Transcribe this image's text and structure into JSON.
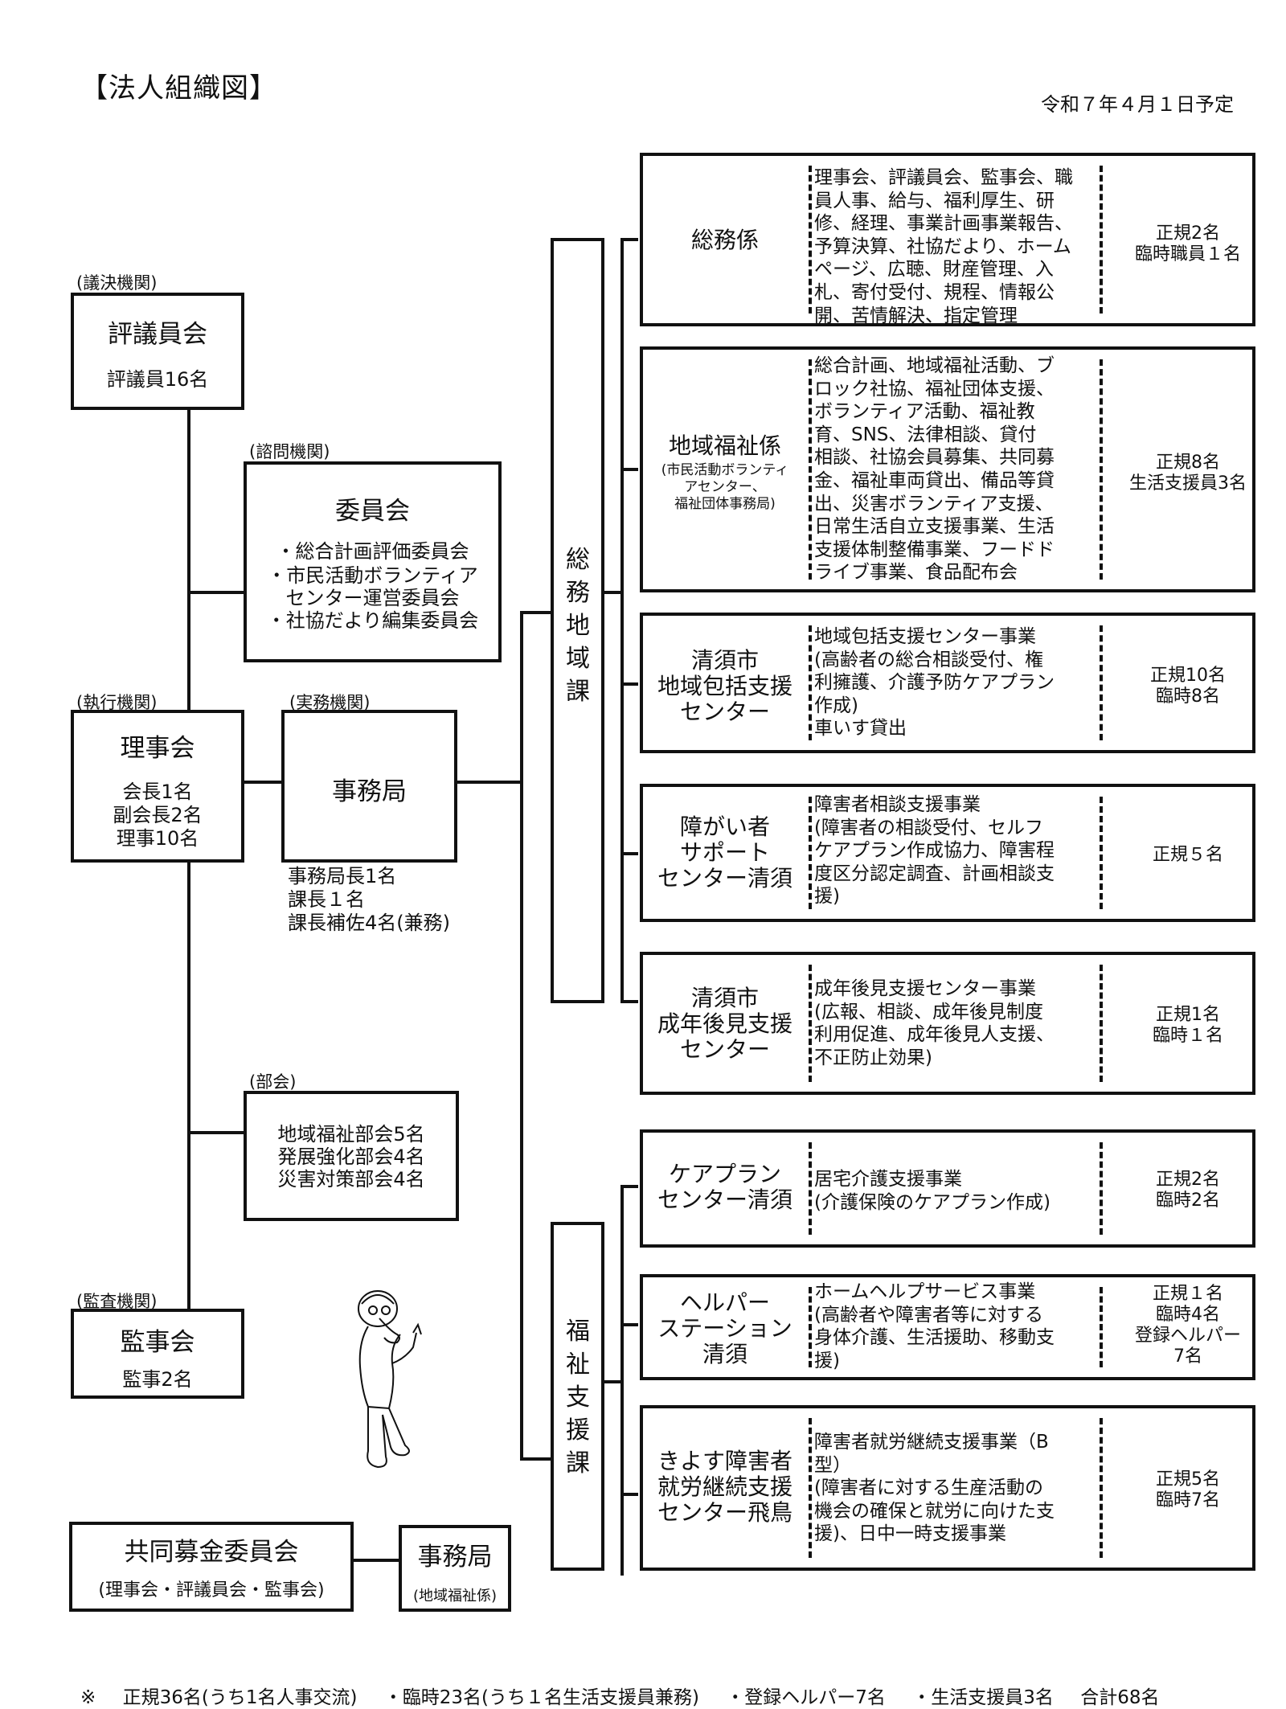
{
  "title": "【法人組織図】",
  "date": "令和７年４月１日予定",
  "left": {
    "council": {
      "tag": "(議決機関)",
      "name": "評議員会",
      "members": "評議員16名"
    },
    "committee": {
      "tag": "(諮問機関)",
      "name": "委員会",
      "items": [
        "・総合計画評価委員会",
        "・市民活動ボランティア",
        "センター運営委員会",
        "・社協だより編集委員会"
      ]
    },
    "board": {
      "tag": "(執行機関)",
      "name": "理事会",
      "members": [
        "会長1名",
        "副会長2名",
        "理事10名"
      ]
    },
    "secretariat": {
      "tag": "(実務機関)",
      "name": "事務局",
      "members": [
        "事務局長1名",
        "課長１名",
        "課長補佐4名(兼務)"
      ]
    },
    "subcommittee": {
      "tag": "(部会)",
      "members": [
        "地域福祉部会5名",
        "発展強化部会4名",
        "災害対策部会4名"
      ]
    },
    "auditors": {
      "tag": "(監査機関)",
      "name": "監事会",
      "members": "監事2名"
    },
    "fundraising": {
      "name": "共同募金委員会",
      "sub": "(理事会・評議員会・監事会)"
    },
    "fund_office": {
      "name": "事務局",
      "sub": "(地域福祉係)"
    }
  },
  "divisions": [
    {
      "name": "総\n務\n地\n域\n課"
    },
    {
      "name": "福\n祉\n支\n援\n課"
    }
  ],
  "branches": [
    {
      "name": [
        "総務係"
      ],
      "sub": [],
      "desc": [
        "理事会、評議員会、監事会、職",
        "員人事、給与、福利厚生、研",
        "修、経理、事業計画事業報告、",
        "予算決算、社協だより、ホーム",
        "ページ、広聴、財産管理、入",
        "札、寄付受付、規程、情報公",
        "開、苦情解決、指定管理"
      ],
      "staff": [
        "正規2名",
        "臨時職員１名"
      ]
    },
    {
      "name": [
        "地域福祉係"
      ],
      "sub": [
        "(市民活動ボランティ",
        "アセンター、",
        "福祉団体事務局)"
      ],
      "desc": [
        "総合計画、地域福祉活動、ブ",
        "ロック社協、福祉団体支援、",
        "ボランティア活動、福祉教",
        "育、SNS、法律相談、貸付",
        "相談、社協会員募集、共同募",
        "金、福祉車両貸出、備品等貸",
        "出、災害ボランティア支援、",
        "日常生活自立支援事業、生活",
        "支援体制整備事業、フードド",
        "ライブ事業、食品配布会"
      ],
      "staff": [
        "正規8名",
        "生活支援員3名"
      ]
    },
    {
      "name": [
        "清須市",
        "地域包括支援",
        "センター"
      ],
      "sub": [],
      "desc": [
        "地域包括支援センター事業",
        "(高齢者の総合相談受付、権",
        "利擁護、介護予防ケアプラン",
        "作成)",
        "車いす貸出"
      ],
      "staff": [
        "正規10名",
        "臨時8名"
      ]
    },
    {
      "name": [
        "障がい者",
        "サポート",
        "センター清須"
      ],
      "sub": [],
      "desc": [
        "障害者相談支援事業",
        "(障害者の相談受付、セルフ",
        "ケアプラン作成協力、障害程",
        "度区分認定調査、計画相談支",
        "援)"
      ],
      "staff": [
        "正規５名"
      ]
    },
    {
      "name": [
        "清須市",
        "成年後見支援",
        "センター"
      ],
      "sub": [],
      "desc": [
        "成年後見支援センター事業",
        "(広報、相談、成年後見制度",
        "利用促進、成年後見人支援、",
        "不正防止効果)"
      ],
      "staff": [
        "正規1名",
        "臨時１名"
      ]
    },
    {
      "name": [
        "ケアプラン",
        "センター清須"
      ],
      "sub": [],
      "desc": [
        "居宅介護支援事業",
        "(介護保険のケアプラン作成)"
      ],
      "staff": [
        "正規2名",
        "臨時2名"
      ]
    },
    {
      "name": [
        "ヘルパー",
        "ステーション",
        "清須"
      ],
      "sub": [],
      "desc": [
        "ホームヘルプサービス事業",
        "(高齢者や障害者等に対する",
        "身体介護、生活援助、移動支",
        "援)"
      ],
      "staff": [
        "正規１名",
        "臨時4名",
        "登録ヘルパー",
        "7名"
      ]
    },
    {
      "name": [
        "きよす障害者",
        "就労継続支援",
        "センター飛鳥"
      ],
      "sub": [],
      "desc": [
        "障害者就労継続支援事業（B",
        "型）",
        "(障害者に対する生産活動の",
        "機会の確保と就労に向けた支",
        "援)、日中一時支援事業"
      ],
      "staff": [
        "正規5名",
        "臨時7名"
      ]
    }
  ],
  "footer": [
    "※",
    "正規36名(うち1名人事交流)",
    "・臨時23名(うち１名生活支援員兼務)",
    "・登録ヘルパー7名",
    "・生活支援員3名",
    "合計68名"
  ]
}
